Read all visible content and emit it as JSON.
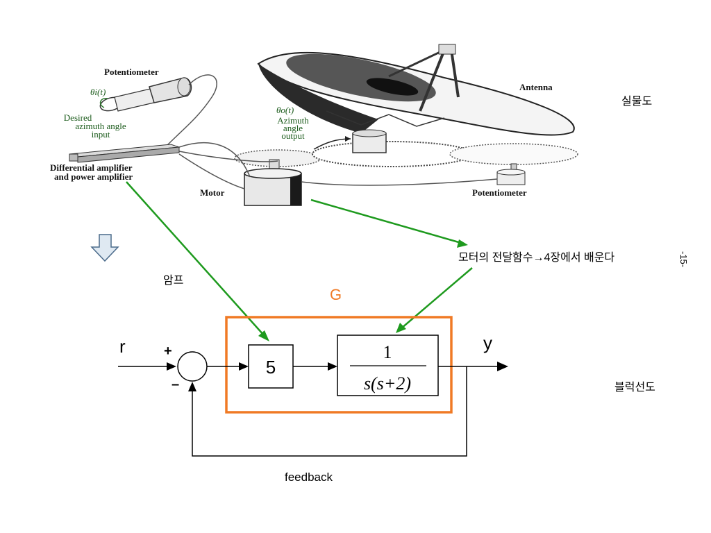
{
  "photo": {
    "label_potentiometer_top": "Potentiometer",
    "label_theta_i": "θi(t)",
    "label_desired": "Desired",
    "label_azimuth_input": "azimuth angle",
    "label_input": "input",
    "label_diff_amp": "Differential amplifier",
    "label_power_amp": "and power amplifier",
    "label_motor": "Motor",
    "label_theta_o": "θo(t)",
    "label_azimuth": "Azimuth",
    "label_angle": "angle",
    "label_output": "output",
    "label_antenna": "Antenna",
    "label_potentiometer_bottom": "Potentiometer"
  },
  "labels": {
    "physical_diagram": "실물도",
    "block_diagram": "블럭선도",
    "amp": "암프",
    "motor_tf_note": "모터의 전달함수→4장에서 배운다",
    "G": "G",
    "page_number": "-15-",
    "feedback": "feedback"
  },
  "block_diagram": {
    "input": "r",
    "output": "y",
    "plus_sign": "+",
    "minus_sign": "–",
    "gain_block": "5",
    "tf_numerator": "1",
    "tf_denominator": "s(s+2)"
  },
  "colors": {
    "arrow_green": "#1e9a1e",
    "G_box_orange": "#f07a25",
    "G_label": "#f07a25"
  }
}
